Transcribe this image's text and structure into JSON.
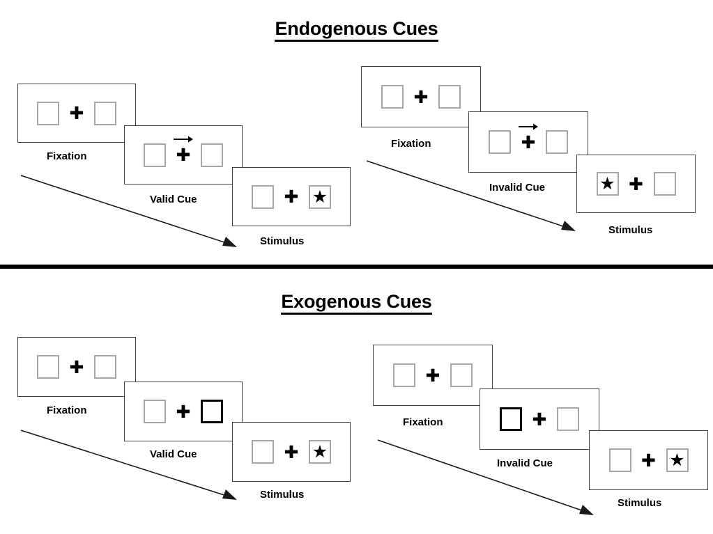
{
  "sections": [
    {
      "id": "endogenous",
      "title": "Endogenous Cues",
      "sequences": [
        {
          "id": "endogenous-valid",
          "frames": [
            {
              "caption": "Fixation",
              "left_box": "empty",
              "right_box": "empty",
              "arrow_cue": false,
              "cued_side": "none"
            },
            {
              "caption": "Valid Cue",
              "left_box": "empty",
              "right_box": "empty",
              "arrow_cue": true,
              "cued_side": "none"
            },
            {
              "caption": "Stimulus",
              "left_box": "empty",
              "right_box": "star",
              "arrow_cue": false,
              "cued_side": "none"
            }
          ]
        },
        {
          "id": "endogenous-invalid",
          "frames": [
            {
              "caption": "Fixation",
              "left_box": "empty",
              "right_box": "empty",
              "arrow_cue": false,
              "cued_side": "none"
            },
            {
              "caption": "Invalid Cue",
              "left_box": "empty",
              "right_box": "empty",
              "arrow_cue": true,
              "cued_side": "none"
            },
            {
              "caption": "Stimulus",
              "left_box": "star",
              "right_box": "empty",
              "arrow_cue": false,
              "cued_side": "none"
            }
          ]
        }
      ]
    },
    {
      "id": "exogenous",
      "title": "Exogenous Cues",
      "sequences": [
        {
          "id": "exogenous-valid",
          "frames": [
            {
              "caption": "Fixation",
              "left_box": "empty",
              "right_box": "empty",
              "arrow_cue": false,
              "cued_side": "none"
            },
            {
              "caption": "Valid Cue",
              "left_box": "empty",
              "right_box": "empty",
              "arrow_cue": false,
              "cued_side": "right"
            },
            {
              "caption": "Stimulus",
              "left_box": "empty",
              "right_box": "star",
              "arrow_cue": false,
              "cued_side": "none"
            }
          ]
        },
        {
          "id": "exogenous-invalid",
          "frames": [
            {
              "caption": "Fixation",
              "left_box": "empty",
              "right_box": "empty",
              "arrow_cue": false,
              "cued_side": "none"
            },
            {
              "caption": "Invalid Cue",
              "left_box": "empty",
              "right_box": "empty",
              "arrow_cue": false,
              "cued_side": "left"
            },
            {
              "caption": "Stimulus",
              "left_box": "empty",
              "right_box": "star",
              "arrow_cue": false,
              "cued_side": "none"
            }
          ]
        }
      ]
    }
  ],
  "glyphs": {
    "fixation_cross": "✚",
    "target_star": "★"
  },
  "colors": {
    "ink": "#000000",
    "frame_border": "#3f3f3f",
    "placeholder_border": "#a6a6a6",
    "cued_border": "#000000",
    "background": "#ffffff"
  },
  "labels": {
    "timeline_meaning": "time"
  }
}
